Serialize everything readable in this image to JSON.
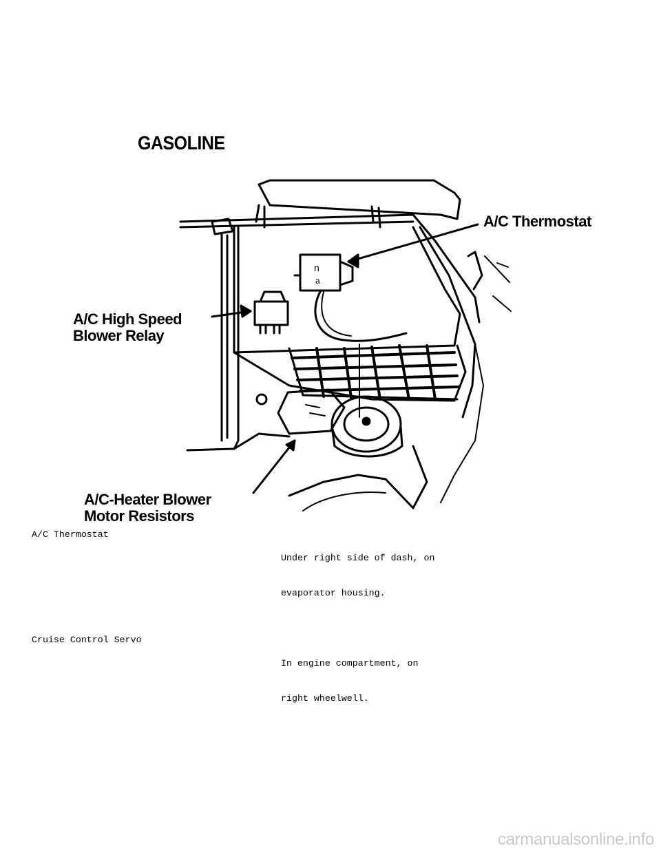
{
  "figure": {
    "title": "GASOLINE",
    "callouts": {
      "thermostat": "A/C Thermostat",
      "relay_line1": "A/C High Speed",
      "relay_line2": "Blower Relay",
      "resistors_line1": "A/C-Heater Blower",
      "resistors_line2": "Motor Resistors"
    }
  },
  "table": {
    "rows": [
      {
        "component": "A/C Thermostat",
        "location_line1": "Under right side of dash, on",
        "location_line2": "evaporator housing."
      },
      {
        "component": "Cruise Control Servo",
        "location_line1": "In engine compartment, on",
        "location_line2": "right wheelwell."
      }
    ]
  },
  "watermark": "carmanualsonline.info"
}
